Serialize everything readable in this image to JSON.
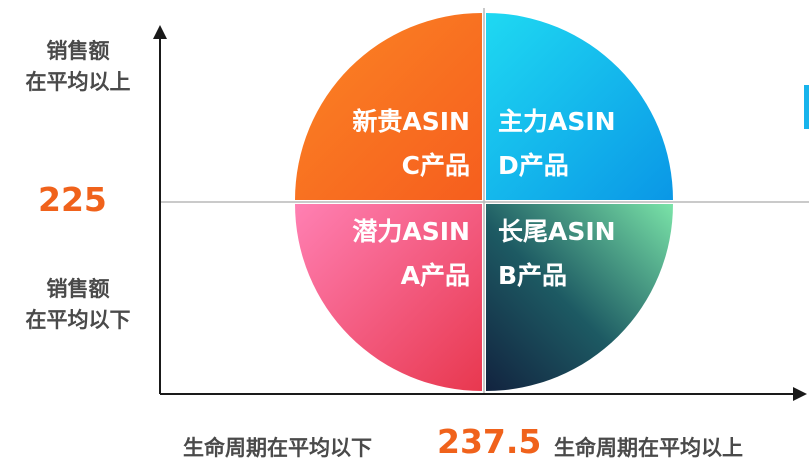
{
  "colors": {
    "accent": "#f0621b",
    "axis": "#1a1a1a",
    "text_gray": "#4a4a4a",
    "quadrants": {
      "top_left": [
        "#fb8524",
        "#f65e1e"
      ],
      "top_right": [
        "#1fd9f2",
        "#0a97e6"
      ],
      "bottom_left": [
        "#ff80b3",
        "#e8384f"
      ],
      "bottom_right": [
        "#12233f",
        "#7ae3a8"
      ]
    }
  },
  "y_axis": {
    "upper_label": [
      "销售额",
      "在平均以上"
    ],
    "lower_label": [
      "销售额",
      "在平均以下"
    ],
    "threshold": "225"
  },
  "x_axis": {
    "left_label": "生命周期在平均以下",
    "right_label": "生命周期在平均以上",
    "threshold": "237.5"
  },
  "quadrants": {
    "top_left": {
      "name": "新贵ASIN",
      "group": "C产品"
    },
    "top_right": {
      "name": "主力ASIN",
      "group": "D产品"
    },
    "bottom_left": {
      "name": "潜力ASIN",
      "group": "A产品"
    },
    "bottom_right": {
      "name": "长尾ASIN",
      "group": "B产品"
    }
  }
}
